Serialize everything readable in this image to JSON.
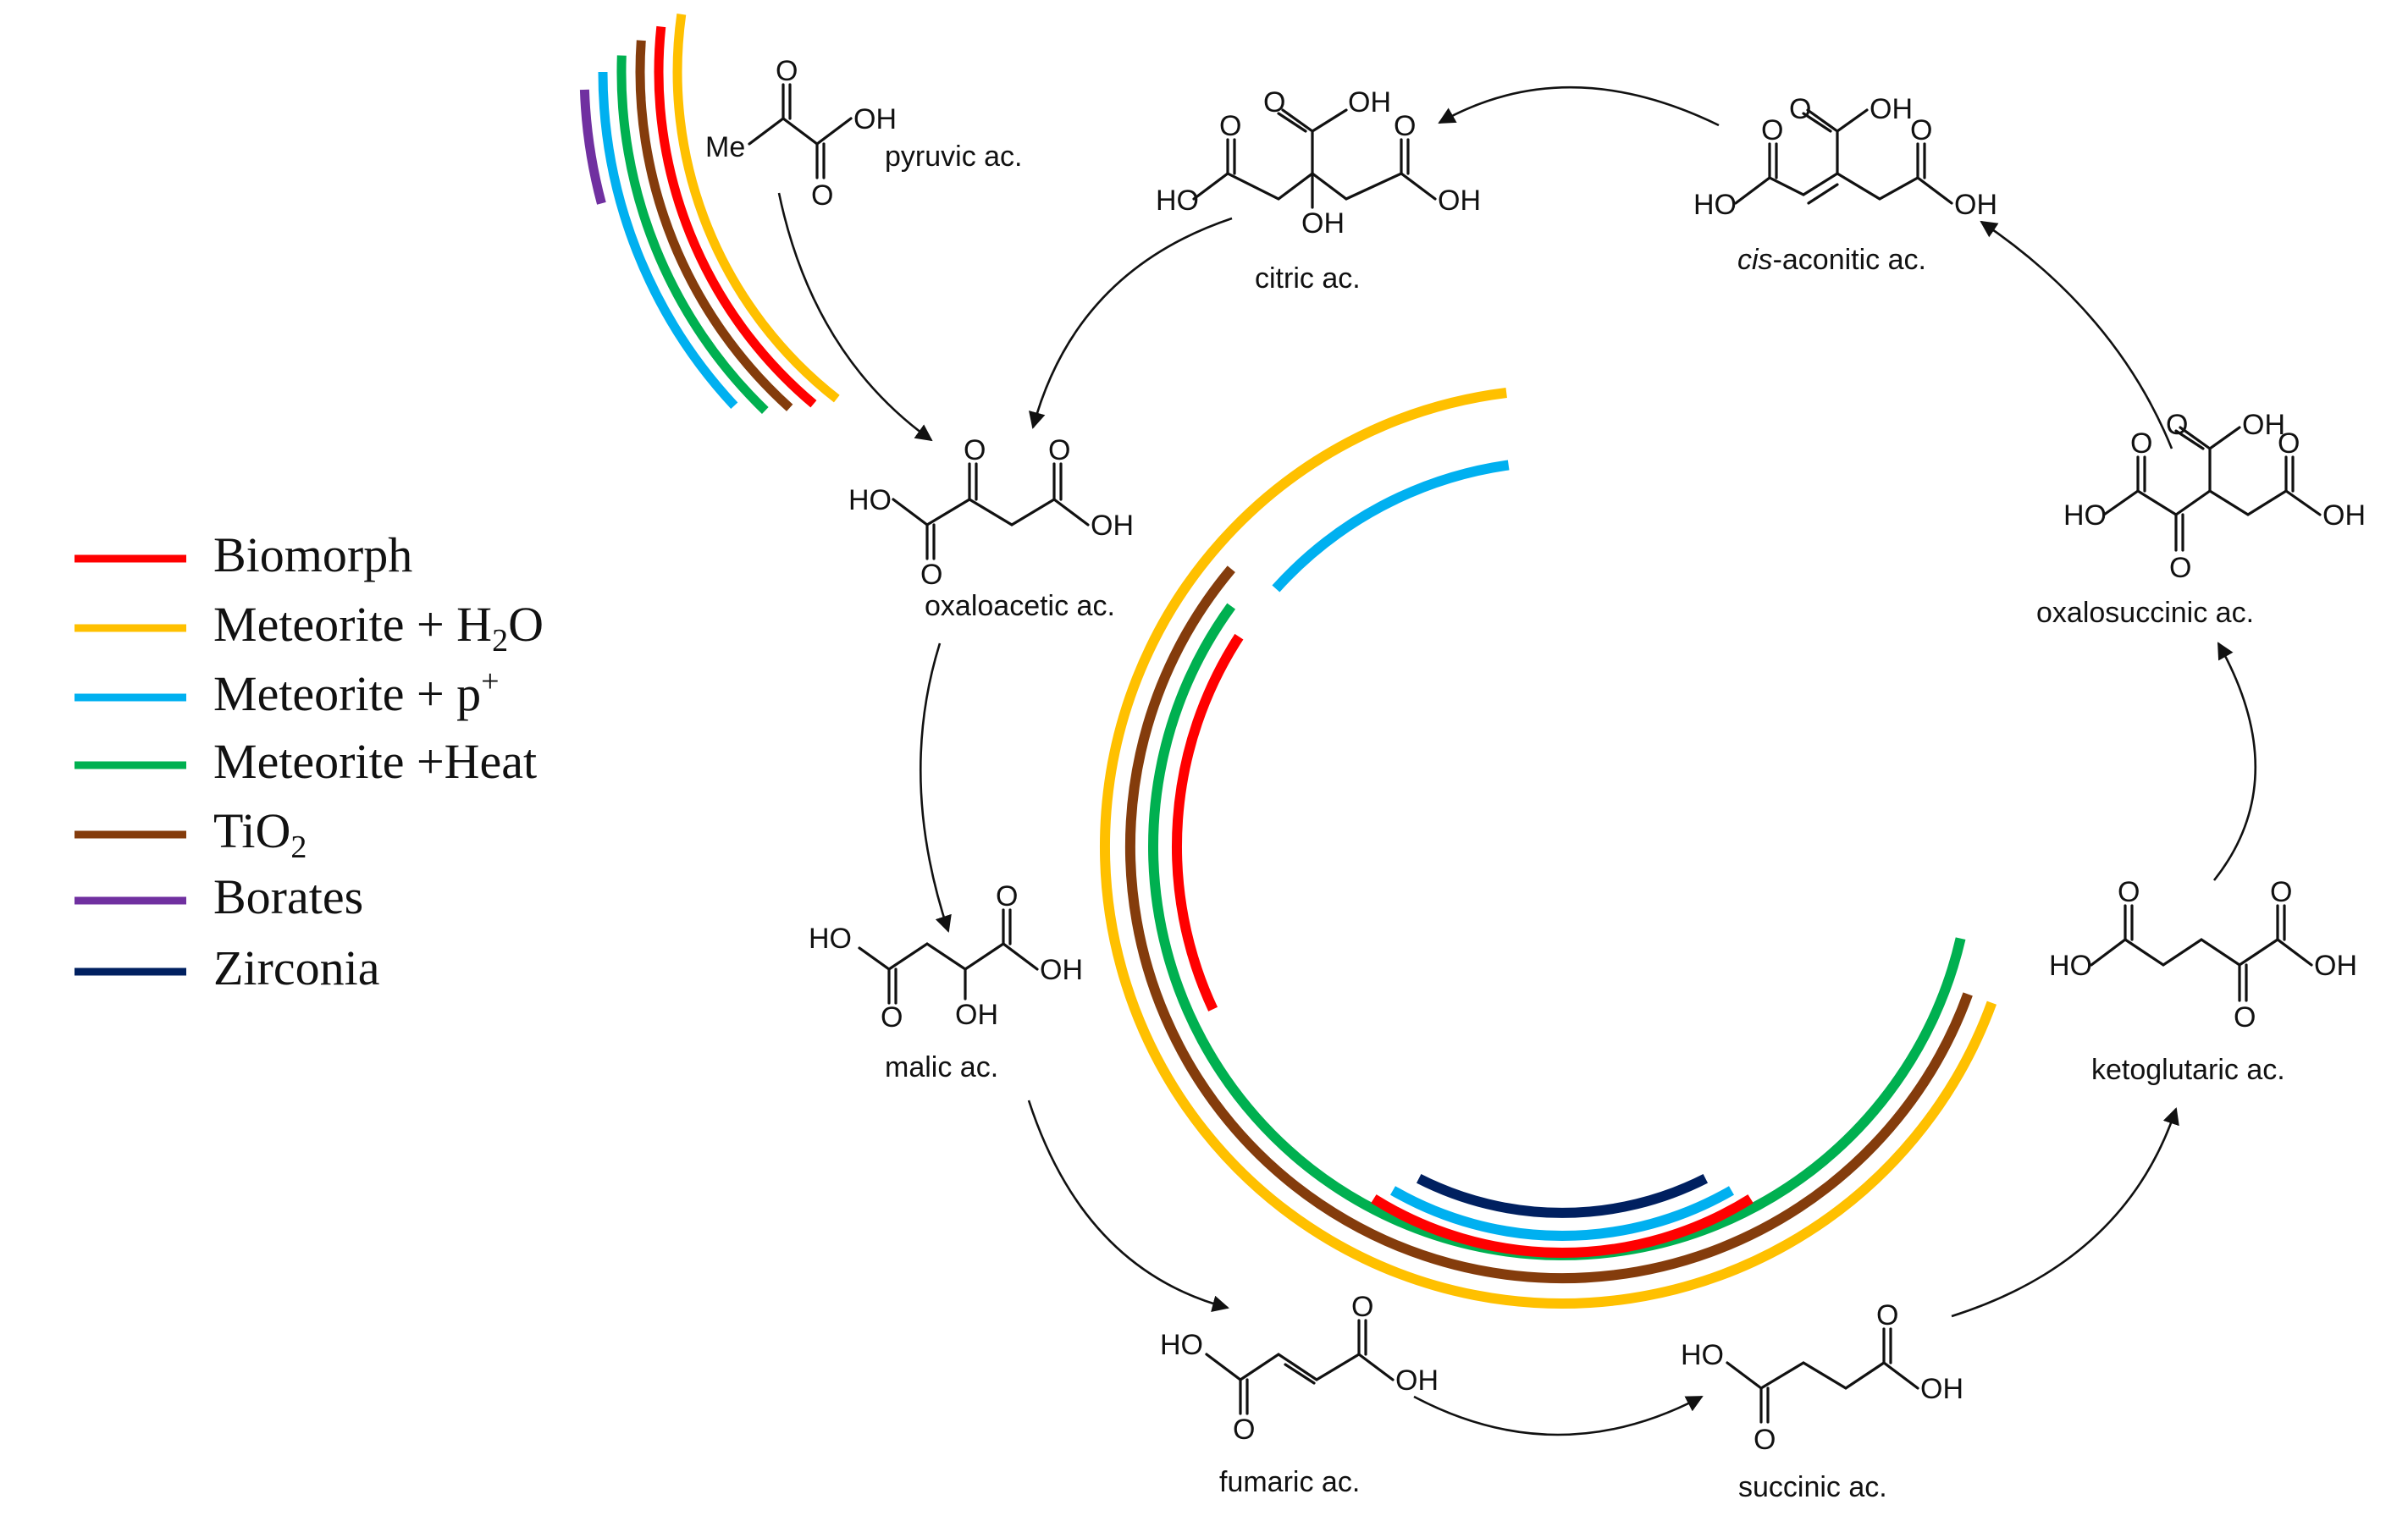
{
  "compounds": {
    "pyruvic": {
      "name": "pyruvic ac.",
      "me": "Me",
      "o1": "O",
      "o2": "O",
      "oh": "OH"
    },
    "oxaloacetic": {
      "name": "oxaloacetic ac.",
      "ho": "HO",
      "oh": "OH",
      "o1": "O",
      "o2": "O",
      "o3": "O"
    },
    "citric": {
      "name": "citric ac.",
      "ho": "HO",
      "oh1": "OH",
      "oh2": "OH",
      "oh3": "OH",
      "o1": "O",
      "o2": "O",
      "o3": "O"
    },
    "cis_aconitic": {
      "name_prefix": "cis",
      "name_rest": "-aconitic ac.",
      "ho": "HO",
      "oh1": "OH",
      "oh2": "OH",
      "o1": "O",
      "o2": "O",
      "o3": "O"
    },
    "oxalosuccinic": {
      "name": "oxalosuccinic ac.",
      "ho": "HO",
      "oh1": "OH",
      "oh2": "OH",
      "o1": "O",
      "o2": "O",
      "o3": "O",
      "o4": "O"
    },
    "ketoglutaric": {
      "name": "ketoglutaric ac.",
      "ho": "HO",
      "oh": "OH",
      "o1": "O",
      "o2": "O",
      "o3": "O"
    },
    "succinic": {
      "name": "succinic ac.",
      "ho": "HO",
      "oh": "OH",
      "o1": "O",
      "o2": "O"
    },
    "fumaric": {
      "name": "fumaric ac.",
      "ho": "HO",
      "oh": "OH",
      "o1": "O",
      "o2": "O"
    },
    "malic": {
      "name": "malic ac.",
      "ho": "HO",
      "oh1": "OH",
      "oh2": "OH",
      "o1": "O",
      "o2": "O"
    }
  },
  "legend": {
    "items": [
      {
        "label": "Biomorph",
        "color": "#ff0000"
      },
      {
        "label_main": "Meteorite + H",
        "sub": "2",
        "label_tail": "O",
        "color": "#ffc000"
      },
      {
        "label_main": "Meteorite + p",
        "sup": "+",
        "color": "#00b0f0"
      },
      {
        "label": "Meteorite +Heat",
        "color": "#00b050"
      },
      {
        "label_main": "TiO",
        "sub": "2",
        "color": "#843c0c"
      },
      {
        "label": "Borates",
        "color": "#7030a0"
      },
      {
        "label": "Zirconia",
        "color": "#002060"
      }
    ]
  }
}
